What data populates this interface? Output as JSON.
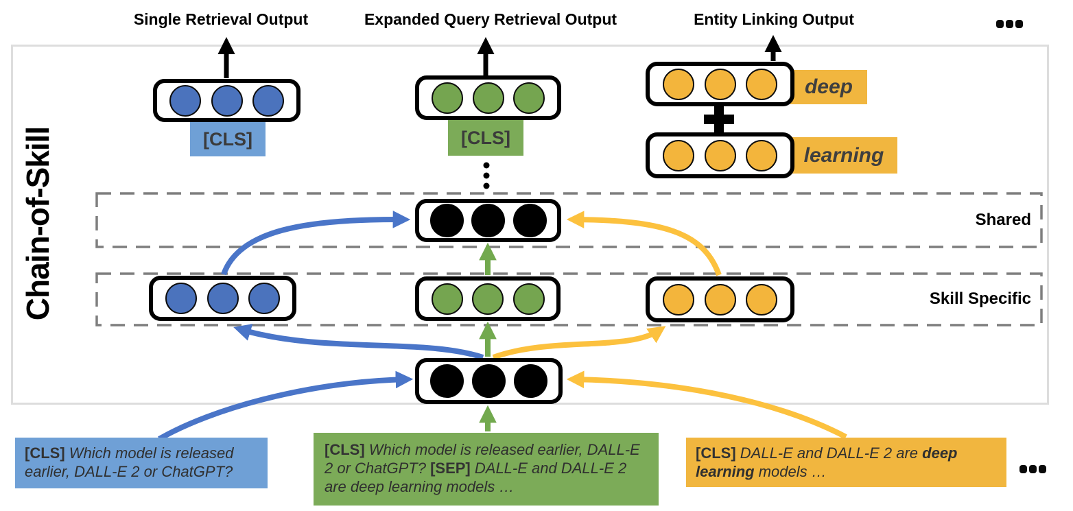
{
  "figure": {
    "vertical_title": "Chain-of-Skill",
    "output_labels": [
      "Single Retrieval Output",
      "Expanded Query Retrieval Output",
      "Entity Linking Output"
    ],
    "top_ellipsis": "...",
    "bottom_ellipsis": "...",
    "band_labels": {
      "shared": "Shared",
      "skill_specific": "Skill Specific"
    },
    "token_labels": {
      "cls_single": "[CLS]",
      "cls_expanded": "[CLS]",
      "deep": "deep",
      "learning": "learning"
    },
    "inputs": {
      "single_retrieval": {
        "cls": "[CLS]",
        "text": " Which model is released earlier, DALL-E 2 or ChatGPT?"
      },
      "expanded_query": {
        "cls": "[CLS]",
        "question": " Which model is released earlier, DALL-E 2 or ChatGPT? ",
        "sep": "[SEP]",
        "passage": " DALL-E and DALL-E 2 are deep learning models …"
      },
      "entity_linking": {
        "cls": "[CLS]",
        "pre": " DALL-E and DALL-E 2 are ",
        "highlight": "deep learning",
        "post": " models …"
      }
    },
    "colors": {
      "blue": "#4B73BD",
      "blue_light": "#6FA0D6",
      "blue_arrow": "#4A75C8",
      "green": "#75A550",
      "green_light": "#7CAB58",
      "green_arrow": "#72A94E",
      "yellow": "#F3B53C",
      "yellow_light": "#F1B63F",
      "yellow_arrow": "#FCC13E",
      "dash_gray": "#7E7E7E",
      "frame_gray": "#DDDDDD"
    }
  }
}
